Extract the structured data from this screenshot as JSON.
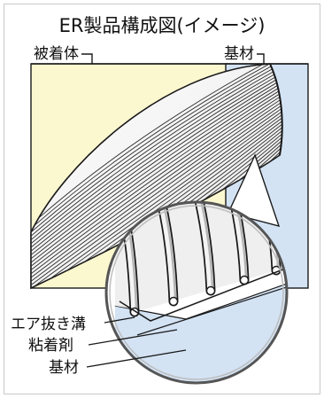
{
  "title": "ER製品構成図(イメージ)",
  "labels": {
    "adherend": "被着体",
    "base_top": "基材",
    "air_groove": "エア抜き溝",
    "adhesive": "粘着剤",
    "base_bottom": "基材"
  },
  "colors": {
    "adherend_fill": "#fbf7cf",
    "base_fill": "#d3e3f4",
    "adhesive_fill": "#ffffff",
    "line": "#1a1a1a"
  }
}
